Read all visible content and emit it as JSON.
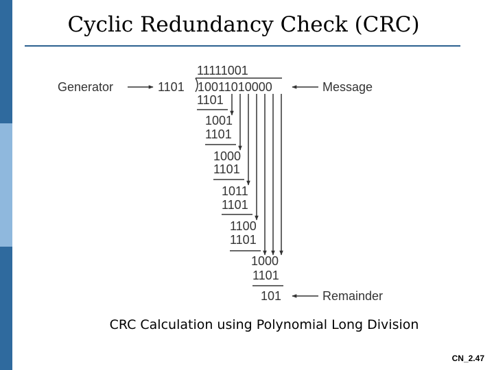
{
  "slide": {
    "title": "Cyclic Redundancy Check (CRC)",
    "caption": "CRC Calculation using Polynomial Long Division",
    "slide_number": "CN_2.47"
  },
  "colors": {
    "sidebar_dark": "#2f6a9e",
    "sidebar_light": "#8fb8dd",
    "title_rule": "#2a5f8f",
    "diagram_ink": "#333333"
  },
  "diagram": {
    "quotient": "11111001",
    "generator_label": "Generator",
    "divisor": "1101",
    "dividend": "10011010000",
    "message_label": "Message",
    "remainder_label": "Remainder",
    "steps": [
      {
        "subtrahend": "1101",
        "result": "1001"
      },
      {
        "subtrahend": "1101",
        "result": "1000"
      },
      {
        "subtrahend": "1101",
        "result": "1011"
      },
      {
        "subtrahend": "1101",
        "result": "1100"
      },
      {
        "subtrahend": "1101",
        "result": "1000"
      },
      {
        "subtrahend": "1101",
        "result": "101"
      }
    ]
  }
}
